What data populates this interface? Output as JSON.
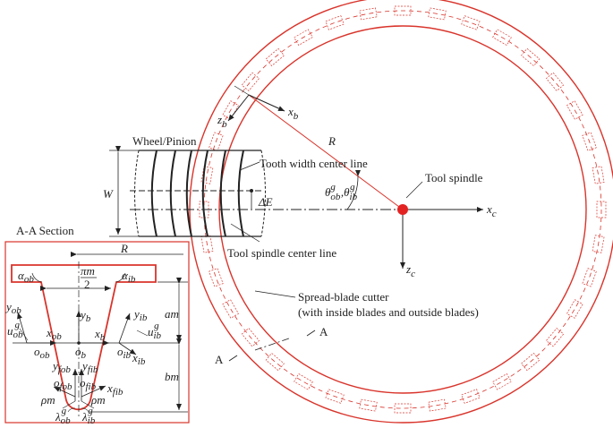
{
  "colors": {
    "cutter": "#d9342b",
    "line": "#222222",
    "spindle_dot": "#e32222"
  },
  "labels": {
    "wheel_pinion": "Wheel/Pinion",
    "tooth_width_center_line": "Tooth width center line",
    "tool_spindle_center_line": "Tool spindle center line",
    "tool_spindle": "Tool spindle",
    "cutter_line1": "Spread-blade cutter",
    "cutter_line2": "(with inside blades and outside blades)",
    "aa_section": "A-A Section",
    "A": "A",
    "R": "R",
    "W": "W",
    "delta_E": "ΔE",
    "xb": "x",
    "xb_sub": "b",
    "zb": "z",
    "zb_sub": "b",
    "xc": "x",
    "xc_sub": "c",
    "zc": "z",
    "zc_sub": "c",
    "theta": "θ",
    "theta_ob_sub": "ob",
    "theta_ib_sub": "ib",
    "theta_sup": "g",
    "comma": ",",
    "pi_m": "πm",
    "two": "2",
    "am": "am",
    "bm": "bm",
    "rho_m": "ρm",
    "alpha": "α",
    "alpha_ob_sub": "ob",
    "alpha_ib_sub": "ib",
    "y": "y",
    "x": "x",
    "u": "u",
    "o": "o",
    "lambda": "λ",
    "sub_ob": "ob",
    "sub_ib": "ib",
    "sub_b": "b",
    "sub_fob": "fob",
    "sub_fib": "fib",
    "sup_g": "g"
  }
}
